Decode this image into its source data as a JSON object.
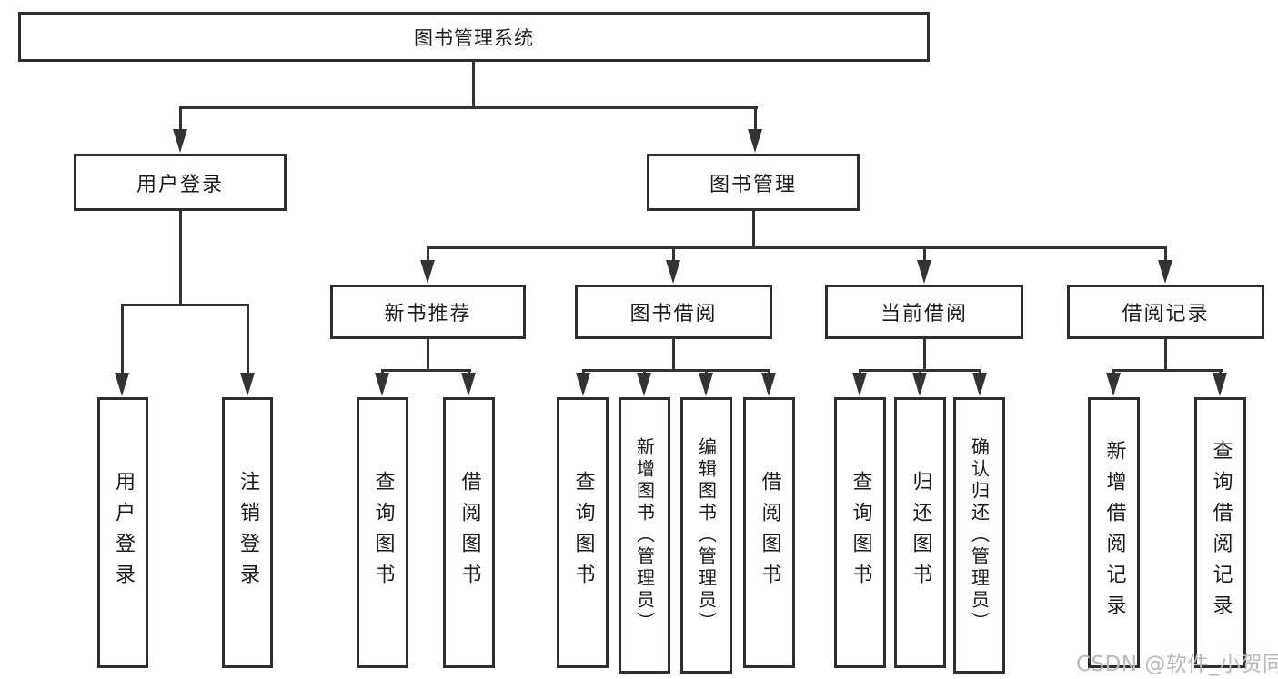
{
  "diagram": {
    "title": "图书管理系统",
    "root": {
      "label": "图书管理系统"
    },
    "level2": [
      {
        "label": "用户登录"
      },
      {
        "label": "图书管理"
      }
    ],
    "level3": [
      {
        "label": "新书推荐"
      },
      {
        "label": "图书借阅"
      },
      {
        "label": "当前借阅"
      },
      {
        "label": "借阅记录"
      }
    ],
    "leaves_user": [
      "用户登录",
      "注销登录"
    ],
    "leaves_newbook": [
      "查询图书",
      "借阅图书"
    ],
    "leaves_borrow": [
      "查询图书",
      "新增图书（管理员）",
      "编辑图书（管理员）",
      "借阅图书"
    ],
    "leaves_current": [
      "查询图书",
      "归还图书",
      "确认归还（管理员）"
    ],
    "leaves_records": [
      "新增借阅记录",
      "查询借阅记录"
    ]
  },
  "watermark": "CSDN @软件_小贺同学",
  "colors": {
    "line": "#333333",
    "border": "#2e2e2e",
    "text": "#1b1b1b",
    "background": "#ffffff",
    "watermark": "#b9b9b9"
  }
}
